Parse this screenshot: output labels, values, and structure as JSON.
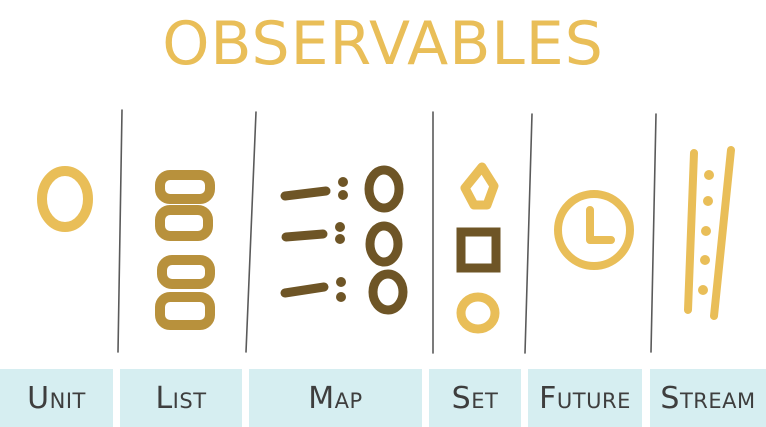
{
  "title": "OBSERVABLES",
  "categories": [
    {
      "key": "unit",
      "label": "Unit"
    },
    {
      "key": "list",
      "label": "List"
    },
    {
      "key": "map",
      "label": "Map"
    },
    {
      "key": "set",
      "label": "Set"
    },
    {
      "key": "future",
      "label": "Future"
    },
    {
      "key": "stream",
      "label": "Stream"
    }
  ],
  "colors": {
    "title": "#E9BE58",
    "gold": "#E9BE58",
    "dark_gold": "#B8913C",
    "brown": "#6E5526",
    "divider": "#5A5A5A",
    "label_bg": "#D6EEF1",
    "label_text": "#3E3E3E"
  }
}
